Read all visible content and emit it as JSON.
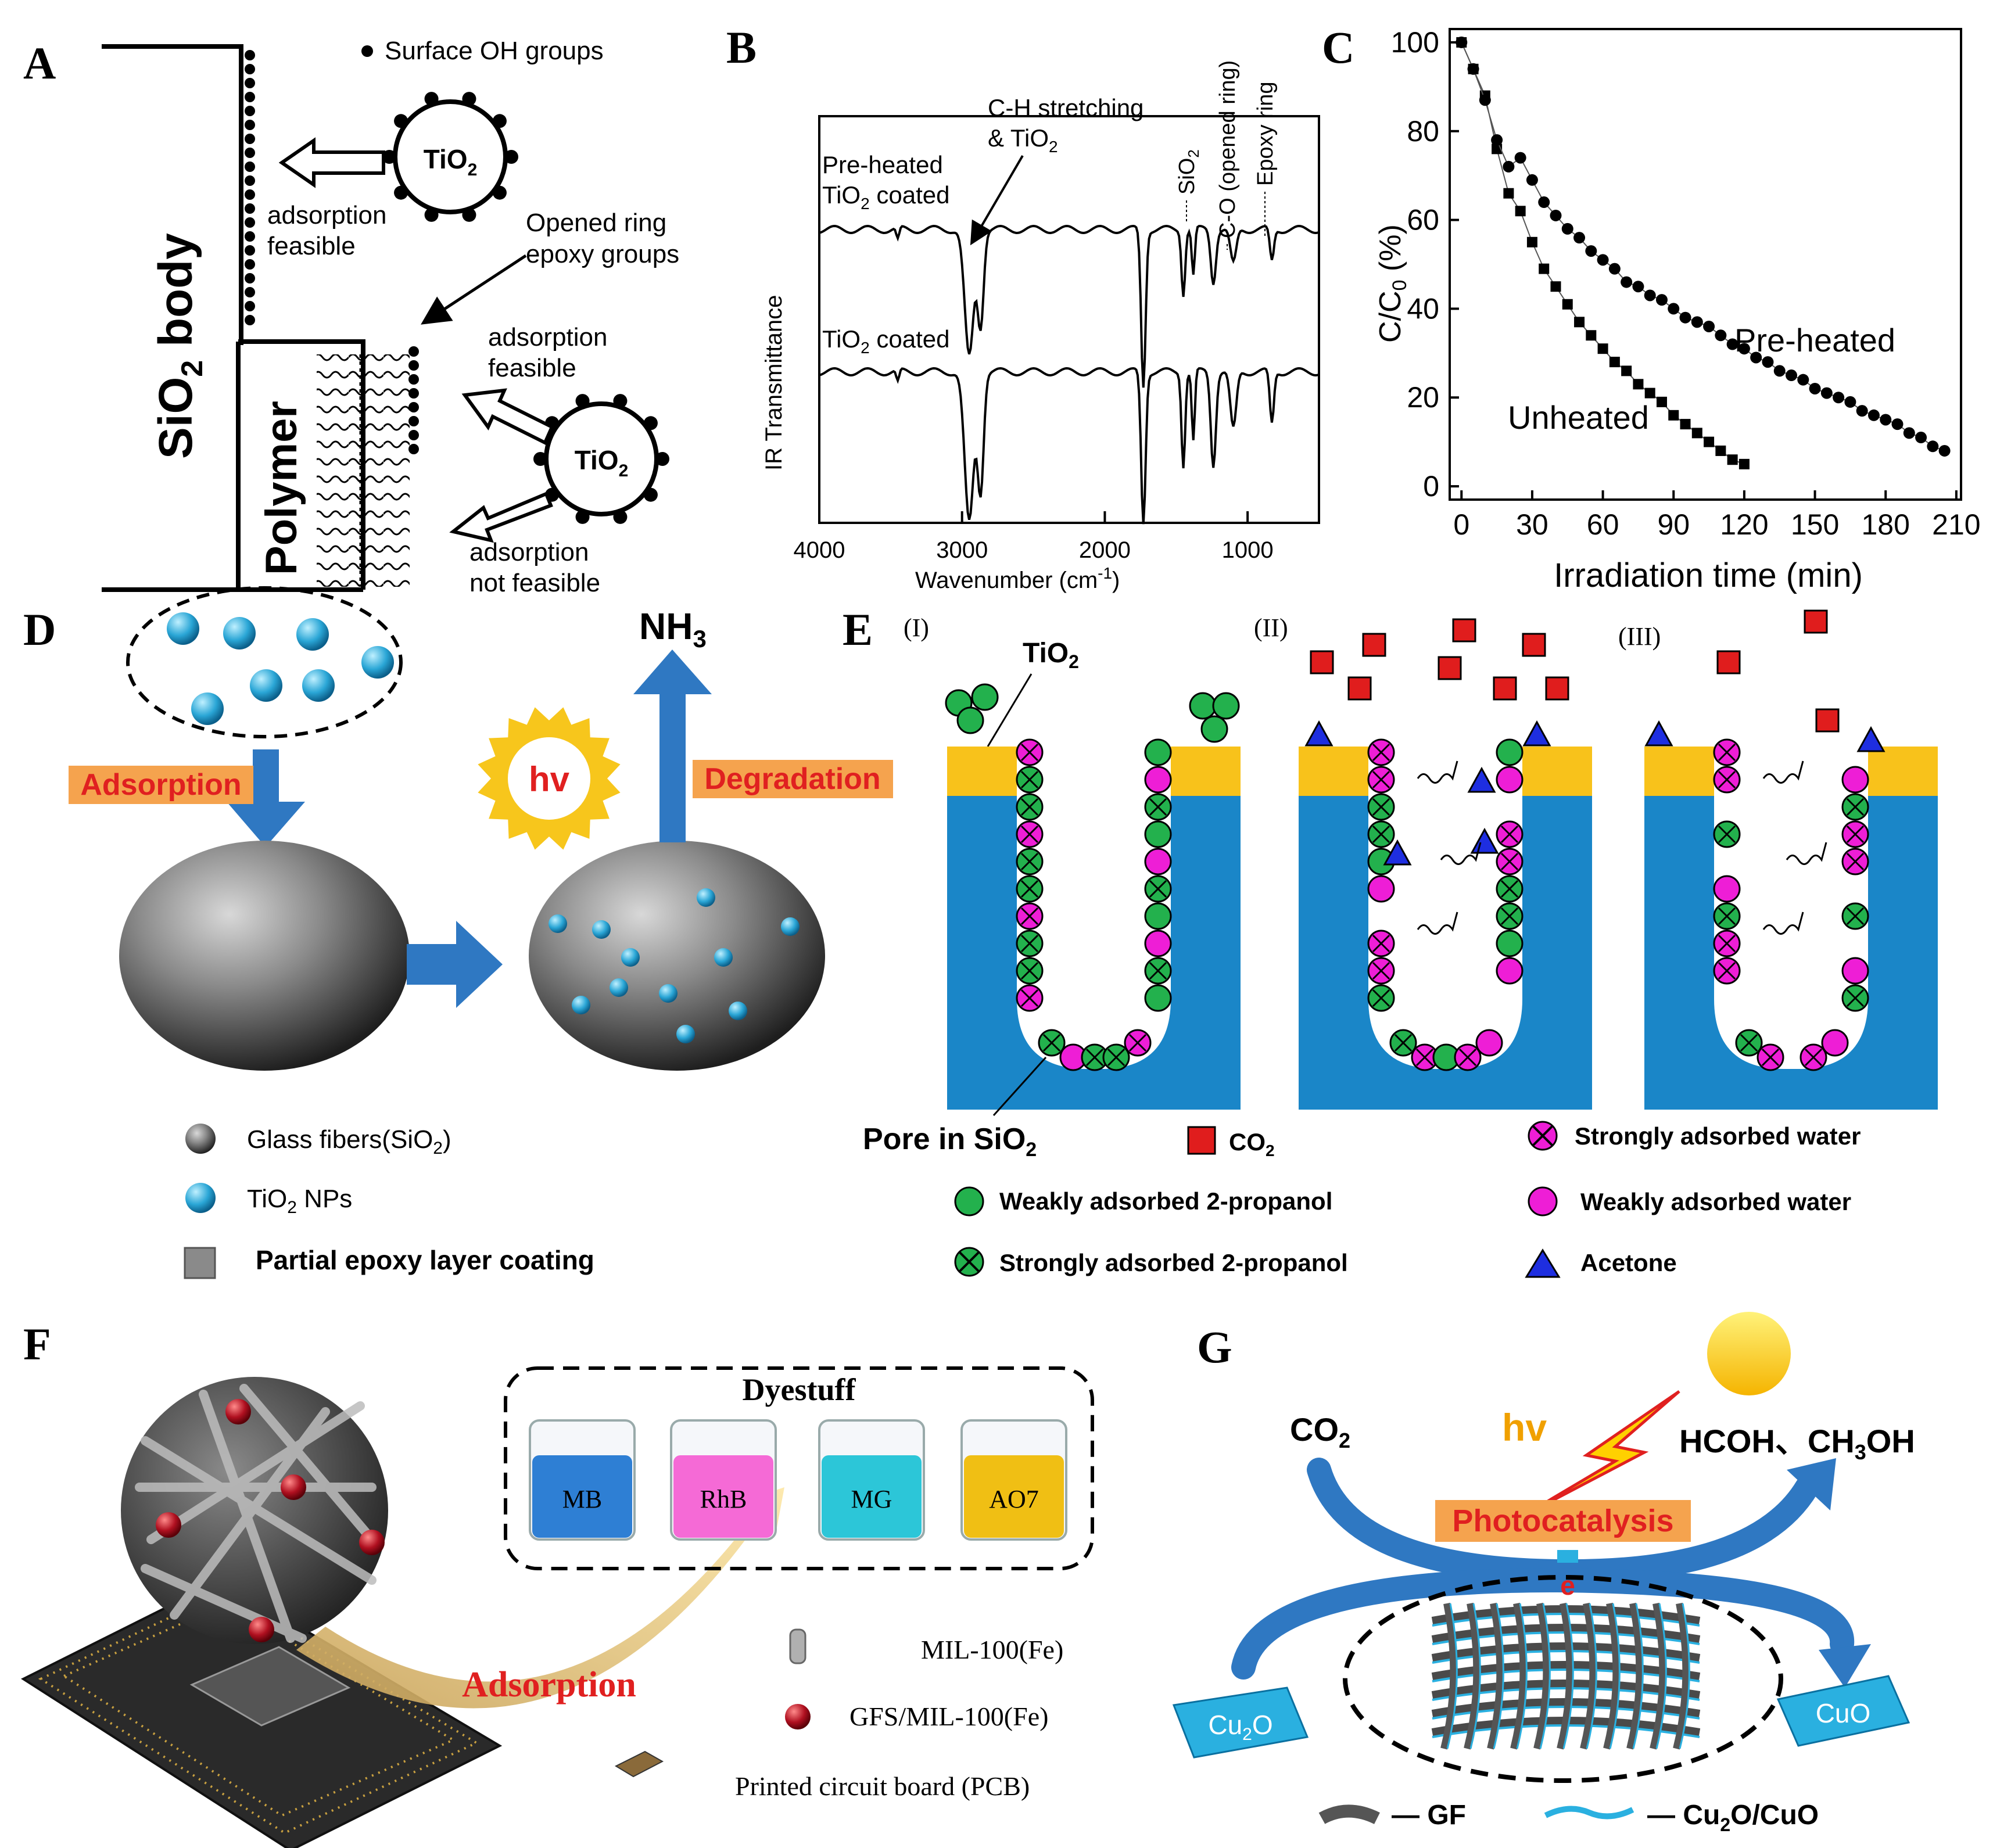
{
  "panel_letters": {
    "a": "A",
    "b": "B",
    "c": "C",
    "d": "D",
    "e": "E",
    "f": "F",
    "g": "G"
  },
  "panel_a": {
    "legend_oh": "Surface OH groups",
    "body_label": "SiO",
    "body_sub": "2",
    "body_tail": " body",
    "polymer_label": "Polymer",
    "tio2": "TiO",
    "tio2_sub": "2",
    "adsorption_feasible_1": "adsorption",
    "feasible_1": "feasible",
    "opened_ring_1": "Opened ring",
    "opened_ring_2": "epoxy groups",
    "adsorption_feasible_2": "adsorption",
    "feasible_2": "feasible",
    "adsorption_not_1": "adsorption",
    "adsorption_not_2": "not feasible"
  },
  "panel_b": {
    "ylabel": "IR Transmittance",
    "xlabel": "Wavenumber (cm",
    "xlabel_sup": "-1",
    "xlabel_tail": ")",
    "ticks": [
      "4000",
      "3000",
      "2000",
      "1000"
    ],
    "label_preheated_1": "Pre-heated",
    "label_preheated_2": "TiO",
    "label_preheated_2_sub": "2",
    "label_preheated_2_tail": " coated",
    "label_coated": "TiO",
    "label_coated_sub": "2",
    "label_coated_tail": " coated",
    "ann_ch_1": "C-H stretching",
    "ann_ch_2": "& TiO",
    "ann_ch_2_sub": "2",
    "ann_sio2": "SiO",
    "ann_sio2_sub": "2",
    "ann_co": "C-O (opened ring)",
    "ann_epoxy": "Epoxy ring"
  },
  "chart_data": {
    "type": "scatter",
    "xlabel": "Irradiation time (min)",
    "ylabel": "C/C",
    "ylabel_sub": "0",
    "ylabel_tail": " (%)",
    "xlim": [
      -5,
      212
    ],
    "ylim": [
      -3,
      103
    ],
    "xticks": [
      0,
      30,
      60,
      90,
      120,
      150,
      180,
      210
    ],
    "yticks": [
      0,
      20,
      40,
      60,
      80,
      100
    ],
    "series": [
      {
        "name": "Unheated",
        "marker": "square",
        "x": [
          0,
          5,
          10,
          15,
          20,
          25,
          30,
          35,
          40,
          45,
          50,
          55,
          60,
          65,
          70,
          75,
          80,
          85,
          90,
          95,
          100,
          105,
          110,
          115,
          120
        ],
        "y": [
          100,
          94,
          88,
          76,
          66,
          62,
          55,
          49,
          45,
          41,
          37,
          34,
          31,
          28,
          26,
          23,
          21,
          19,
          16,
          14,
          12,
          10,
          8,
          6,
          5
        ]
      },
      {
        "name": "Pre-heated",
        "marker": "circle",
        "x": [
          0,
          5,
          10,
          15,
          20,
          25,
          30,
          35,
          40,
          45,
          50,
          55,
          60,
          65,
          70,
          75,
          80,
          85,
          90,
          95,
          100,
          105,
          110,
          115,
          120,
          125,
          130,
          135,
          140,
          145,
          150,
          155,
          160,
          165,
          170,
          175,
          180,
          185,
          190,
          195,
          200,
          205
        ],
        "y": [
          100,
          94,
          87,
          78,
          72,
          74,
          69,
          64,
          61,
          58,
          56,
          53,
          51,
          49,
          46,
          45,
          43,
          42,
          40,
          38,
          37,
          36,
          34,
          32,
          31,
          29,
          28,
          26,
          25,
          24,
          22,
          21,
          20,
          19,
          17,
          16,
          15,
          14,
          12,
          11,
          9,
          8
        ]
      }
    ]
  },
  "panel_d": {
    "nh3": "NH",
    "nh3_sub": "3",
    "adsorption": "Adsorption",
    "degradation": "Degradation",
    "hv": "hv",
    "legend": {
      "gf": "Glass fibers(SiO",
      "gf_sub": "2",
      "gf_tail": ")",
      "tio2": "TiO",
      "tio2_sub": "2",
      "tio2_tail": " NPs",
      "epoxy": "Partial epoxy layer coating"
    },
    "colors": {
      "np": "#2aa6d6",
      "arrow": "#2f78c2",
      "label_bg": "#f5a34e",
      "label_text": "#e02020",
      "sun": "#f7c61c"
    }
  },
  "panel_e": {
    "stage_1": "(I)",
    "stage_2": "(II)",
    "stage_3": "(III)",
    "tio2": "TiO",
    "tio2_sub": "2",
    "pore": "Pore in SiO",
    "pore_sub": "2",
    "legend": {
      "co2": "CO",
      "co2_sub": "2",
      "weak_prop": "Weakly adsorbed 2-propanol",
      "strong_prop": "Strongly adsorbed 2-propanol",
      "strong_water": "Strongly adsorbed water",
      "weak_water": "Weakly adsorbed water",
      "acetone": "Acetone"
    },
    "colors": {
      "pore": "#1a86c8",
      "tio2_layer": "#f8c21b",
      "propanol": "#23b14d",
      "water": "#ee1ed6",
      "acetone": "#1e2ee0",
      "co2": "#e01d1d"
    }
  },
  "panel_f": {
    "dyestuff": "Dyestuff",
    "beakers": [
      "MB",
      "RhB",
      "MG",
      "AO7"
    ],
    "beaker_colors": [
      "#2e7fd4",
      "#f56ad6",
      "#2cc6d8",
      "#f0bf14"
    ],
    "adsorption": "Adsorption",
    "legend_mil": "MIL-100(Fe)",
    "legend_gfs": "GFS/MIL-100(Fe)",
    "legend_pcb": "Printed circuit board (PCB)"
  },
  "panel_g": {
    "co2": "CO",
    "co2_sub": "2",
    "hv": "hv",
    "products_1": "HCOH、CH",
    "products_1_sub": "3",
    "products_1_tail": "OH",
    "photocatalysis": "Photocatalysis",
    "electron": "e",
    "cu2o": "Cu",
    "cu2o_sub": "2",
    "cu2o_tail": "O",
    "cuo": "CuO",
    "legend_gf": "— GF",
    "legend_cu": "— Cu",
    "legend_cu_sub": "2",
    "legend_cu_tail": "O/CuO",
    "colors": {
      "arrow": "#2f78c2",
      "wire": "#2ab0e0",
      "label_bg": "#f5a34e",
      "label_text": "#e02020"
    }
  }
}
